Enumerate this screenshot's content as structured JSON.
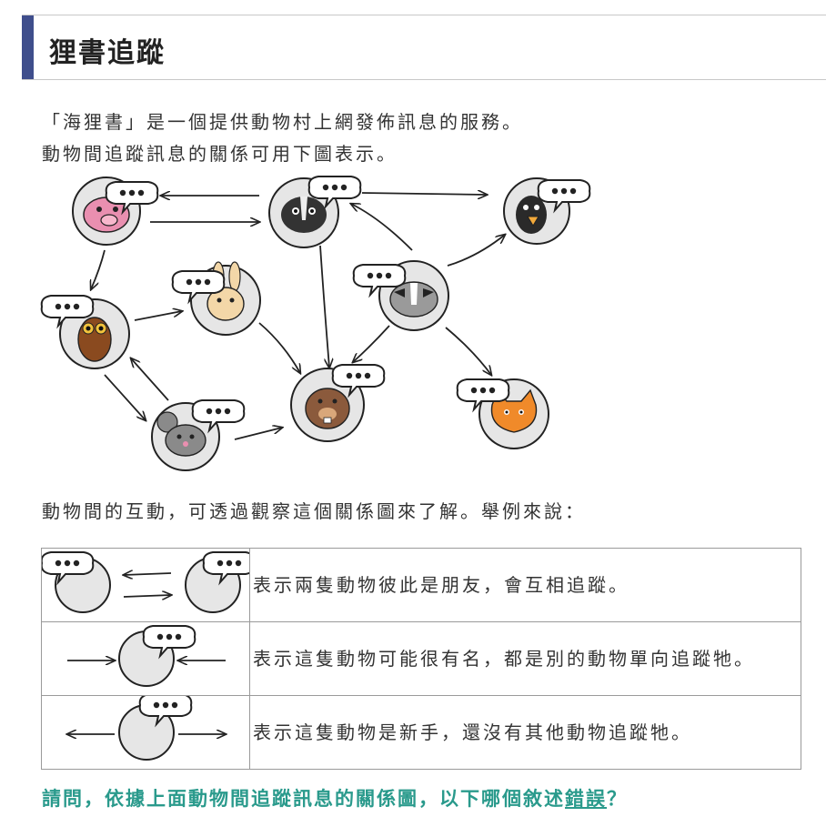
{
  "page": {
    "title": "狸書追蹤",
    "intro_line1": "「海狸書」是一個提供動物村上網發佈訊息的服務。",
    "intro_line2": "動物間追蹤訊息的關係可用下圖表示。",
    "example_intro": "動物間的互動，可透過觀察這個關係圖來了解。舉例來說："
  },
  "diagram": {
    "nodes": [
      "pig",
      "skunk",
      "crow",
      "rabbit",
      "badger",
      "owl",
      "mouse",
      "beaver",
      "cat"
    ],
    "edges": [
      [
        "skunk",
        "pig"
      ],
      [
        "pig",
        "skunk"
      ],
      [
        "skunk",
        "crow"
      ],
      [
        "pig",
        "owl"
      ],
      [
        "owl",
        "rabbit"
      ],
      [
        "owl",
        "mouse"
      ],
      [
        "mouse",
        "owl"
      ],
      [
        "mouse",
        "beaver"
      ],
      [
        "rabbit",
        "beaver"
      ],
      [
        "skunk",
        "beaver"
      ],
      [
        "badger",
        "skunk"
      ],
      [
        "badger",
        "crow"
      ],
      [
        "badger",
        "beaver"
      ],
      [
        "badger",
        "cat"
      ]
    ]
  },
  "legend": {
    "rows": [
      {
        "desc": "表示兩隻動物彼此是朋友，會互相追蹤。"
      },
      {
        "desc": "表示這隻動物可能很有名，都是別的動物單向追蹤牠。"
      },
      {
        "desc": "表示這隻動物是新手，還沒有其他動物追蹤牠。"
      }
    ]
  },
  "question": {
    "before": "請問，依據上面動物間追蹤訊息的關係圖，以下哪個敘述",
    "underlined": "錯誤",
    "after": "？"
  },
  "colors": {
    "title_accent": "#3f4e8c",
    "question_text": "#2a9a8c",
    "node_fill": "#e6e6e6"
  }
}
